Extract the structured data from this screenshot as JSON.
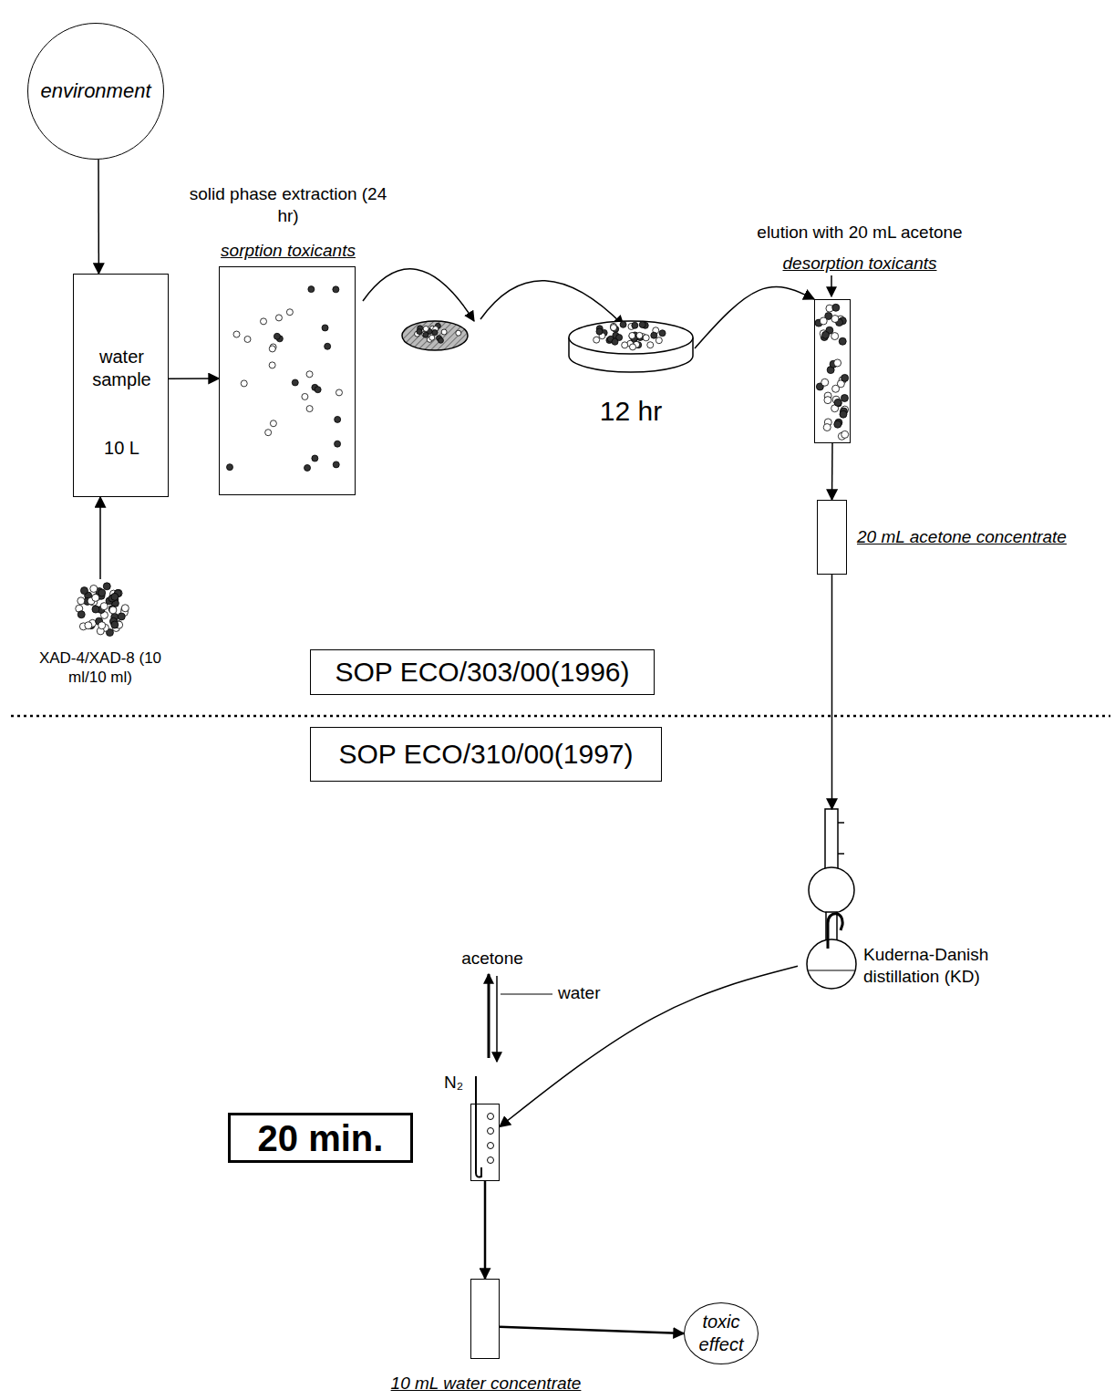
{
  "diagram": {
    "nodes": [
      {
        "text": [
          "environment"
        ]
      },
      {
        "text": [
          "water sample",
          "10 L"
        ]
      },
      {
        "text": [
          "solid phase extraction (24 hr)",
          "sorption toxicants"
        ]
      },
      {
        "text": [
          "12 hr"
        ]
      },
      {
        "text": [
          "elution with 20 mL acetone",
          "desorption toxicants"
        ]
      },
      {
        "text": [
          "20 mL acetone concentrate"
        ]
      },
      {
        "text": [
          "XAD-4/XAD-8 (10 ml/10 ml)"
        ]
      },
      {
        "text": [
          "SOP ECO/303/00(1996)"
        ]
      },
      {
        "text": [
          "SOP ECO/310/00(1997)"
        ]
      },
      {
        "text": [
          "Kuderna-Danish distillation (KD)"
        ]
      },
      {
        "text": [
          "N₂"
        ]
      },
      {
        "text": [
          "20 min."
        ]
      },
      {
        "text": [
          "10 mL water concentrate"
        ]
      },
      {
        "text": [
          "toxic effect"
        ]
      }
    ],
    "edges": [
      {
        "from": 0,
        "to": 1,
        "arrow": "to"
      },
      {
        "from": 6,
        "to": 1,
        "arrow": "to"
      },
      {
        "from": 1,
        "to": 2,
        "arrow": "to"
      },
      {
        "from": 3,
        "to": 4,
        "arrow": "to"
      },
      {
        "from": 4,
        "to": 5,
        "arrow": "to"
      },
      {
        "from": 5,
        "to": 9,
        "arrow": "to"
      },
      {
        "from": 9,
        "to": 10,
        "arrow": "to"
      },
      {
        "from": 10,
        "to": 12,
        "arrow": "to"
      },
      {
        "from": 12,
        "to": 13,
        "arrow": "to"
      }
    ],
    "labels": [
      "acetone",
      "water"
    ]
  }
}
